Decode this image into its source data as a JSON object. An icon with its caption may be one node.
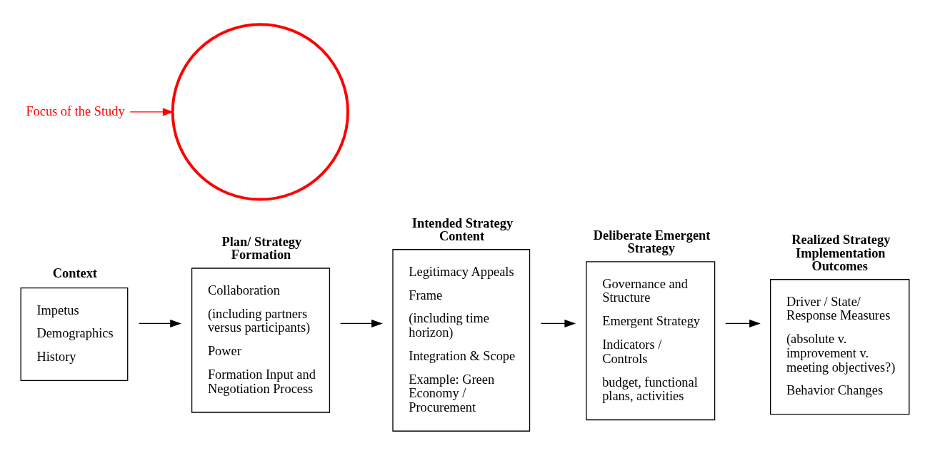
{
  "diagram": {
    "nodes": [
      {
        "text": [
          "Context",
          "Impetus",
          "Demographics",
          "History"
        ]
      },
      {
        "text": [
          "Plan/ Strategy Formation",
          "Collaboration",
          "(including partners versus participants)",
          "Power",
          "Formation Input and Negotiation Process"
        ]
      },
      {
        "text": [
          "Intended Strategy Content",
          "Legitimacy Appeals",
          "Frame",
          "(including time horizon)",
          "Integration & Scope",
          "Example: Green Economy / Procurement"
        ]
      },
      {
        "text": [
          "Deliberate Emergent Strategy",
          "Governance and Structure",
          "Emergent Strategy",
          "Indicators / Controls",
          "budget, functional plans, activities"
        ]
      },
      {
        "text": [
          "Realized Strategy Implementation Outcomes",
          "Driver / State/ Response Measures",
          "(absolute v. improvement v. meeting objectives?)",
          "Behavior Changes"
        ]
      },
      {
        "text": [],
        "shape": "circle"
      },
      {
        "text": [
          "Focus of the Study"
        ]
      }
    ],
    "edges": [
      {
        "from": 0,
        "to": 1,
        "arrow": "to"
      },
      {
        "from": 1,
        "to": 2,
        "arrow": "to"
      },
      {
        "from": 2,
        "to": 3,
        "arrow": "to"
      },
      {
        "from": 3,
        "to": 4,
        "arrow": "to"
      },
      {
        "from": 6,
        "to": 5,
        "arrow": "to",
        "color": "#ff0000"
      }
    ]
  }
}
